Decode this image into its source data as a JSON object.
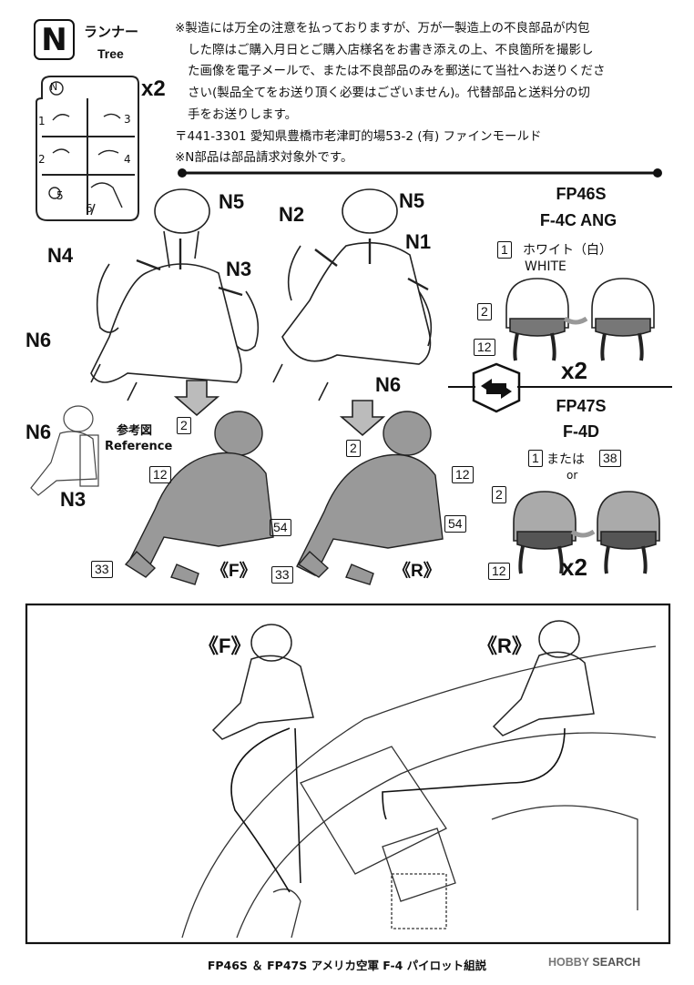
{
  "runner": {
    "letter": "N",
    "name_jp": "ランナー",
    "name_en": "Tree",
    "count": "x2",
    "badge": "N",
    "nums": [
      "1",
      "2",
      "3",
      "4",
      "5",
      "6"
    ]
  },
  "notice": {
    "lines": [
      "※製造には万全の注意を払っておりますが、万が一製造上の不良部品が内包",
      "した際はご購入月日とご購入店様名をお書き添えの上、不良箇所を撮影し",
      "た画像を電子メールで、または不良部品のみを郵送にて当社へお送りくださ",
      "さい(製品全てをお送り頂く必要はございません)。代替部品と送料分の切",
      "手をお送りします。"
    ],
    "address": "〒441-3301 愛知県豊橋市老津町的場53-2 (有) ファインモールド",
    "note": "※N部品は部品請求対象外です。"
  },
  "parts_left": {
    "n5": "N5",
    "n4": "N4",
    "n3": "N3",
    "n6": "N6"
  },
  "parts_right": {
    "n2": "N2",
    "n5": "N5",
    "n1": "N1",
    "n6": "N6"
  },
  "reference": {
    "jp": "参考図",
    "en": "Reference",
    "n6": "N6",
    "n3": "N3"
  },
  "callouts_f": {
    "a": "2",
    "b": "12",
    "c": "54",
    "d": "33",
    "label": "《F》"
  },
  "callouts_r": {
    "a": "2",
    "b": "12",
    "c": "54",
    "d": "33",
    "label": "《R》"
  },
  "fp46s": {
    "code": "FP46S",
    "model": "F-4C ANG",
    "part": "1",
    "color_jp": "ホワイト（白）",
    "color_en": "WHITE",
    "c2": "2",
    "c12": "12",
    "qty": "x2"
  },
  "fp47s": {
    "code": "FP47S",
    "model": "F-4D",
    "part1": "1",
    "or_jp": "または",
    "part2": "38",
    "or_en": "or",
    "c2": "2",
    "c12": "12",
    "qty": "x2"
  },
  "assembly": {
    "front": "《F》",
    "rear": "《R》"
  },
  "footer": "FP46S ＆ FP47S アメリカ空軍 F-4 パイロット組説",
  "watermark": {
    "brand": "HOBBY",
    "site": "SEARCH"
  }
}
